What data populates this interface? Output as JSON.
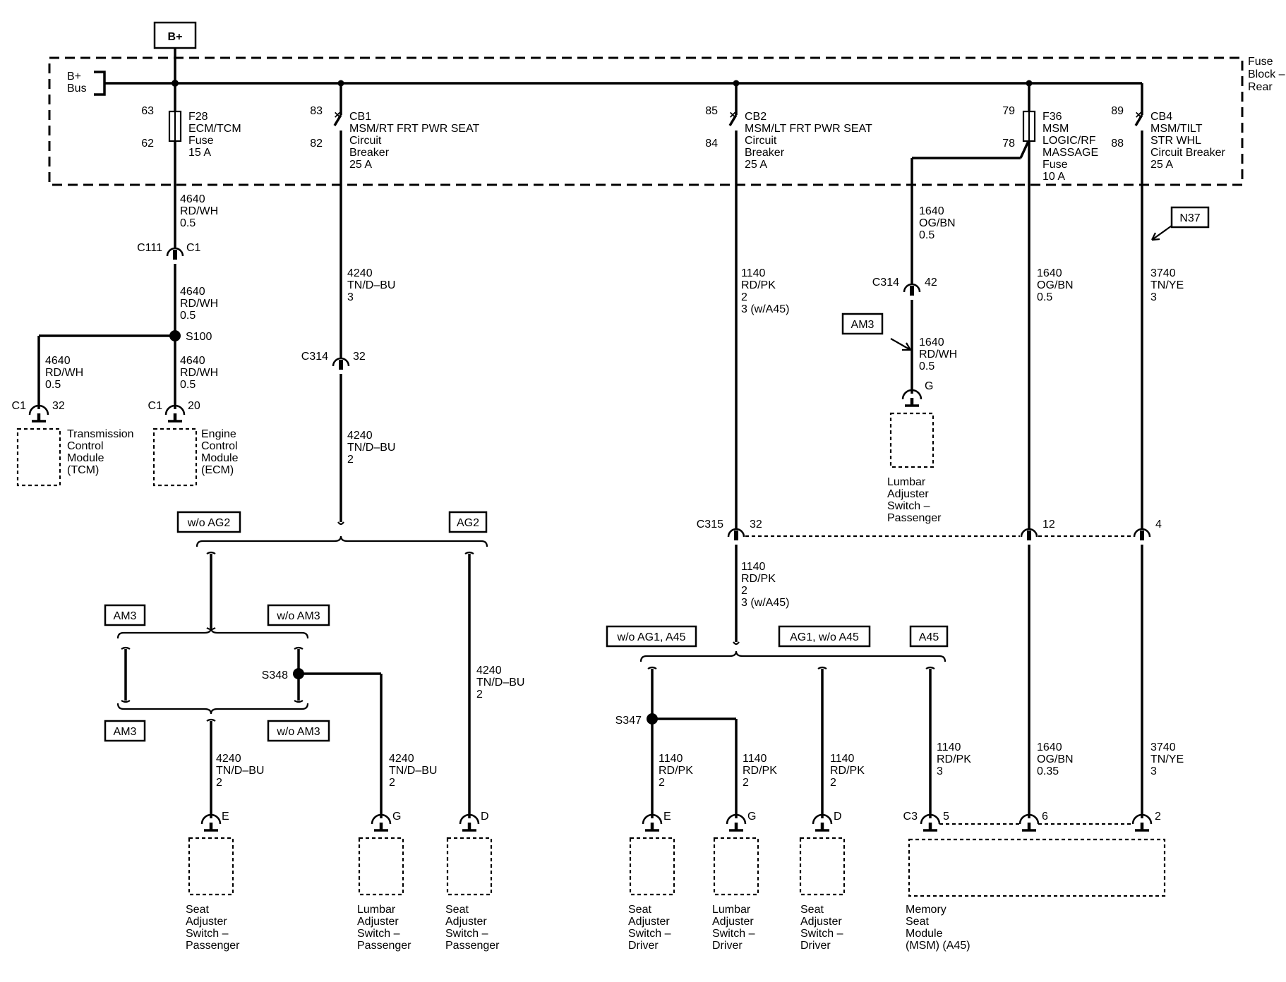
{
  "source": {
    "label": "B+"
  },
  "fuse_block": {
    "title_lines": [
      "Fuse",
      "Block –",
      "Rear"
    ],
    "bus_lines": [
      "B+",
      "Bus"
    ]
  },
  "devices": {
    "f28": {
      "lines": [
        "F28",
        "ECM/TCM",
        "Fuse",
        "15 A"
      ],
      "pin_top": "63",
      "pin_bottom": "62"
    },
    "cb1": {
      "lines": [
        "CB1",
        "MSM/RT FRT PWR SEAT",
        "Circuit",
        "Breaker",
        "25 A"
      ],
      "pin_top": "83",
      "pin_bottom": "82"
    },
    "cb2": {
      "lines": [
        "CB2",
        "MSM/LT FRT PWR SEAT",
        "Circuit",
        "Breaker",
        "25 A"
      ],
      "pin_top": "85",
      "pin_bottom": "84"
    },
    "f36": {
      "lines": [
        "F36",
        "MSM",
        "LOGIC/RF",
        "MASSAGE",
        "Fuse",
        "10 A"
      ],
      "pin_top": "79",
      "pin_bottom": "78"
    },
    "cb4": {
      "lines": [
        "CB4",
        "MSM/TILT",
        "STR WHL",
        "Circuit Breaker",
        "25 A"
      ],
      "pin_top": "89",
      "pin_bottom": "88"
    }
  },
  "wires": {
    "a1": [
      "4640",
      "RD/WH",
      "0.5"
    ],
    "a2": [
      "4640",
      "RD/WH",
      "0.5"
    ],
    "a3": [
      "4640",
      "RD/WH",
      "0.5"
    ],
    "a4": [
      "4640",
      "RD/WH",
      "0.5"
    ],
    "b1": [
      "4240",
      "TN/D–BU",
      "3"
    ],
    "b2": [
      "4240",
      "TN/D–BU",
      "2"
    ],
    "b3": [
      "4240",
      "TN/D–BU",
      "2"
    ],
    "b4": [
      "4240",
      "TN/D–BU",
      "2"
    ],
    "b5": [
      "4240",
      "TN/D–BU",
      "2"
    ],
    "c1": [
      "1140",
      "RD/PK",
      "2",
      "3 (w/A45)"
    ],
    "c2": [
      "1140",
      "RD/PK",
      "2",
      "3 (w/A45)"
    ],
    "c3": [
      "1140",
      "RD/PK",
      "2"
    ],
    "c4": [
      "1140",
      "RD/PK",
      "2"
    ],
    "c5": [
      "1140",
      "RD/PK",
      "2"
    ],
    "c6": [
      "1140",
      "RD/PK",
      "3"
    ],
    "d1": [
      "1640",
      "OG/BN",
      "0.5"
    ],
    "d2": [
      "1640",
      "RD/WH",
      "0.5"
    ],
    "e1": [
      "1640",
      "OG/BN",
      "0.5"
    ],
    "e2": [
      "1640",
      "OG/BN",
      "0.35"
    ],
    "f1": [
      "3740",
      "TN/YE",
      "3"
    ],
    "f2": [
      "3740",
      "TN/YE",
      "3"
    ]
  },
  "connectors": {
    "c111": "C111",
    "c111_c1": "C1",
    "c314_b": "C314",
    "c314_b_pin": "32",
    "c314_d": "C314",
    "c314_d_pin": "42",
    "c315": "C315",
    "c315_pin_c": "32",
    "c315_pin_e": "12",
    "c315_pin_f": "4",
    "tcm_c": "C1",
    "tcm_pin": "32",
    "ecm_c": "C1",
    "ecm_pin": "20",
    "lumb_p_pin": "G",
    "sp1_pin": "E",
    "lp2_pin": "G",
    "sp3_pin": "D",
    "sd1_pin": "E",
    "ld2_pin": "G",
    "sd3_pin": "D",
    "msm_c": "C3",
    "msm_pin1": "5",
    "msm_pin2": "6",
    "msm_pin3": "2"
  },
  "splices": {
    "s100": "S100",
    "s348": "S348",
    "s347": "S347"
  },
  "options": {
    "wo_ag2": "w/o AG2",
    "ag2": "AG2",
    "am3_a": "AM3",
    "wo_am3_a": "w/o AM3",
    "am3_b": "AM3",
    "wo_am3_b": "w/o AM3",
    "am3_c": "AM3",
    "wo_ag1_a45": "w/o AG1, A45",
    "ag1_wo_a45": "AG1, w/o A45",
    "a45": "A45",
    "n37": "N37"
  },
  "components": {
    "tcm": [
      "Transmission",
      "Control",
      "Module",
      "(TCM)"
    ],
    "ecm": [
      "Engine",
      "Control",
      "Module",
      "(ECM)"
    ],
    "lumbar_pass_top": [
      "Lumbar",
      "Adjuster",
      "Switch –",
      "Passenger"
    ],
    "seat_pass_1": [
      "Seat",
      "Adjuster",
      "Switch –",
      "Passenger"
    ],
    "lumbar_pass_2": [
      "Lumbar",
      "Adjuster",
      "Switch –",
      "Passenger"
    ],
    "seat_pass_3": [
      "Seat",
      "Adjuster",
      "Switch –",
      "Passenger"
    ],
    "seat_drv_1": [
      "Seat",
      "Adjuster",
      "Switch –",
      "Driver"
    ],
    "lumbar_drv": [
      "Lumbar",
      "Adjuster",
      "Switch –",
      "Driver"
    ],
    "seat_drv_3": [
      "Seat",
      "Adjuster",
      "Switch –",
      "Driver"
    ],
    "msm": [
      "Memory",
      "Seat",
      "Module",
      "(MSM) (A45)"
    ]
  }
}
